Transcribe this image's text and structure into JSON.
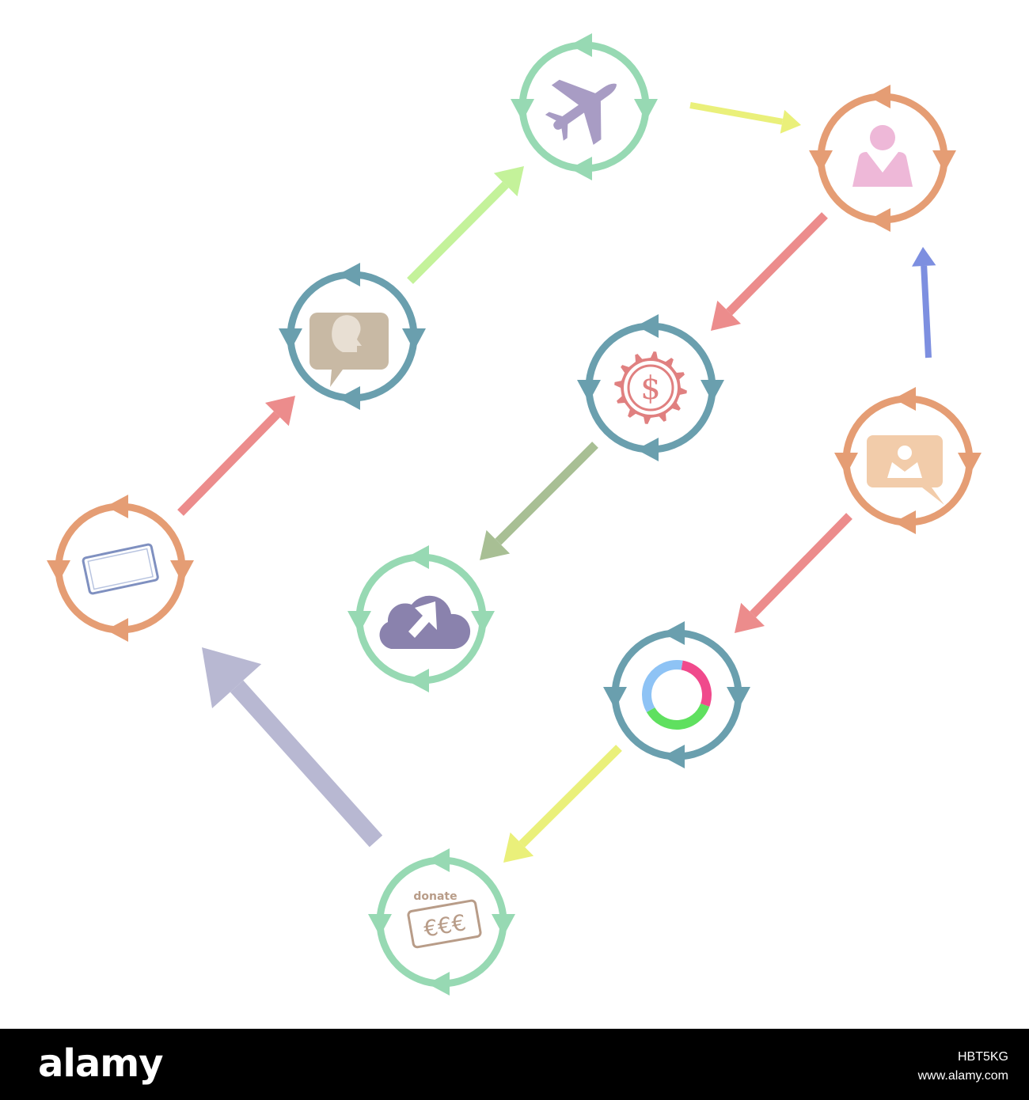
{
  "colors": {
    "teal": "#6a9fae",
    "mint": "#97d9b3",
    "orange": "#e59d74",
    "lavender": "#a89cc4",
    "pink": "#eeb8d8",
    "tan": "#c8b9a4",
    "peach": "#f2ccaa",
    "cloud": "#8a82ad",
    "red_accent": "#e08080",
    "arrow_red": "#ec8c8c",
    "arrow_lightgreen": "#c4f29a",
    "arrow_yellow": "#eaf07a",
    "arrow_blue": "#7d8fe0",
    "arrow_olive": "#a8bf94",
    "arrow_slate": "#b8b8d2"
  },
  "nodes": [
    {
      "id": "tablet",
      "ring_color": "orange",
      "icon": "tablet-icon"
    },
    {
      "id": "chat-head",
      "ring_color": "teal",
      "icon": "chat-head-icon"
    },
    {
      "id": "airplane",
      "ring_color": "mint",
      "icon": "airplane-icon"
    },
    {
      "id": "user",
      "ring_color": "orange",
      "icon": "user-icon"
    },
    {
      "id": "dollar-gear",
      "ring_color": "teal",
      "icon": "dollar-gear-icon"
    },
    {
      "id": "cloud-upload",
      "ring_color": "mint",
      "icon": "cloud-upload-icon"
    },
    {
      "id": "user-message",
      "ring_color": "orange",
      "icon": "user-message-icon"
    },
    {
      "id": "donut-chart",
      "ring_color": "teal",
      "icon": "donut-chart-icon"
    },
    {
      "id": "donate",
      "ring_color": "mint",
      "icon": "donate-euro-icon"
    }
  ],
  "icon_text": {
    "dollar": "$",
    "donate": "donate",
    "euros": "€€€"
  },
  "footer": {
    "logo": "alamy",
    "image_id": "HBT5KG",
    "site": "www.alamy.com"
  }
}
